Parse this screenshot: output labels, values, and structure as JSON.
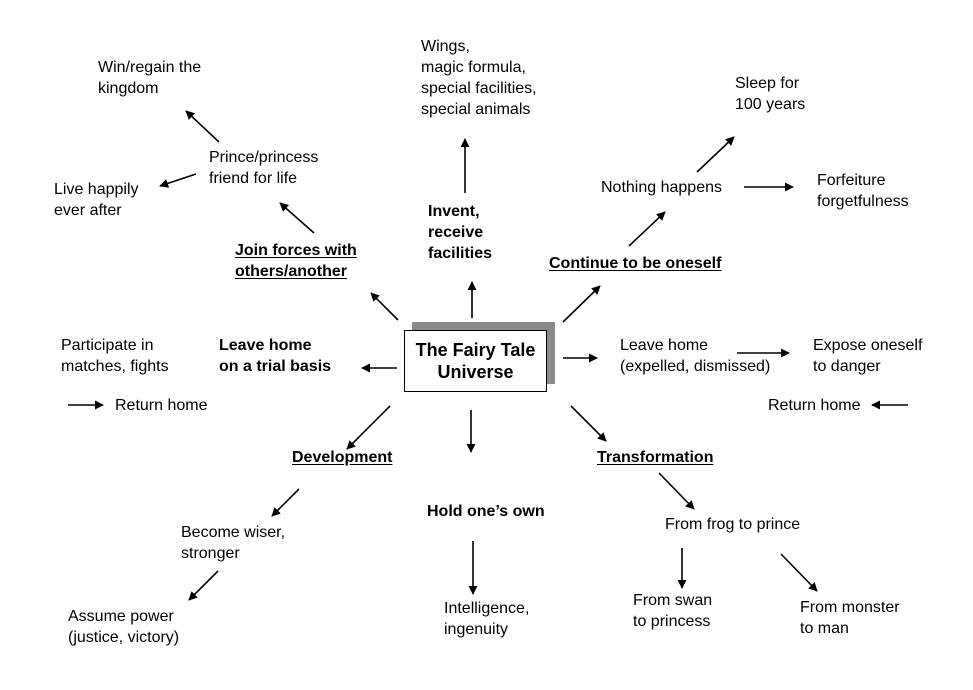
{
  "center": {
    "title": "The Fairy Tale\nUniverse"
  },
  "labels": {
    "win_regain": "Win/regain the\nkingdom",
    "prince_friend": "Prince/princess\nfriend for life",
    "live_happily": "Live happily\never after",
    "join_forces": "Join forces with\nothers/another",
    "wings": "Wings,\nmagic formula,\nspecial facilities,\nspecial animals",
    "invent": "Invent,\nreceive\nfacilities",
    "sleep": "Sleep for\n100 years",
    "nothing_happens": "Nothing happens",
    "forfeiture": "Forfeiture\nforgetfulness",
    "continue": "Continue to be oneself",
    "participate": "Participate in\nmatches, fights",
    "leave_trial": "Leave home\non a trial basis",
    "return_left": "Return home",
    "leave_expelled": "Leave home\n(expelled, dismissed)",
    "expose": "Expose oneself\nto danger",
    "return_right": "Return home",
    "development": "Development",
    "hold": "Hold one’s own",
    "transformation": "Transformation",
    "wiser": "Become wiser,\nstronger",
    "assume": "Assume power\n(justice, victory)",
    "intelligence": "Intelligence,\ningenuity",
    "frog": "From frog to prince",
    "swan": "From swan\nto princess",
    "monster": "From monster\nto man"
  }
}
